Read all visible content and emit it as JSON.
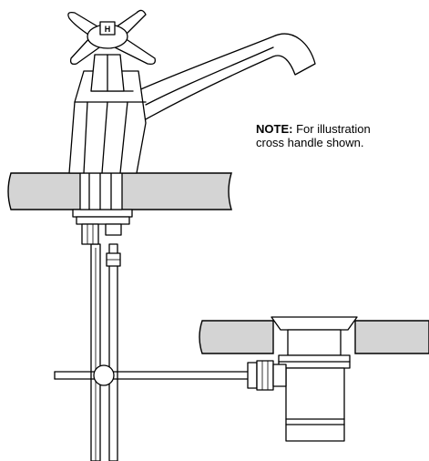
{
  "note": {
    "label": "NOTE:",
    "line1": "For illustration",
    "line2": "cross handle shown."
  },
  "handle": {
    "marking": "H"
  },
  "colors": {
    "counter_fill": "#d4d4d4",
    "line": "#000000",
    "background": "#ffffff"
  }
}
